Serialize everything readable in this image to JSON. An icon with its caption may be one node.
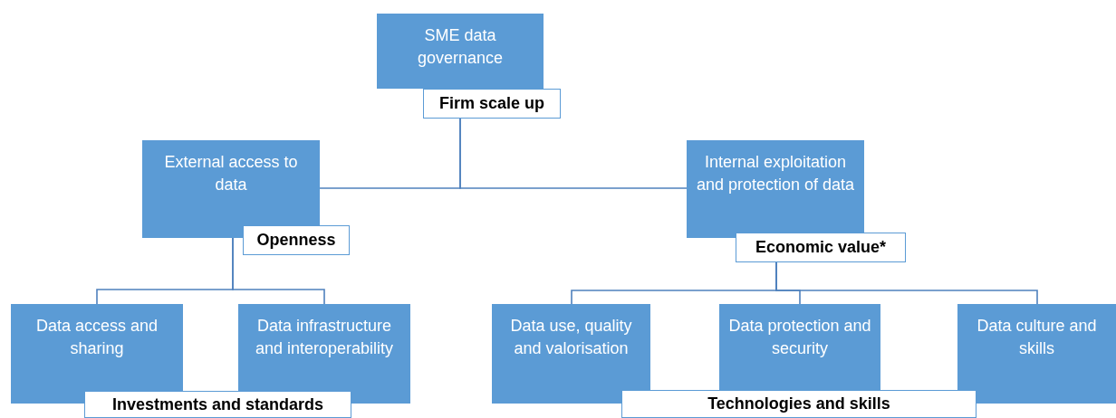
{
  "diagram": {
    "nodes": [
      {
        "text": [
          "SME data governance"
        ]
      },
      {
        "text": [
          "Firm scale up"
        ]
      },
      {
        "text": [
          "External access to data"
        ]
      },
      {
        "text": [
          "Openness"
        ]
      },
      {
        "text": [
          "Internal exploitation and protection of data"
        ]
      },
      {
        "text": [
          "Economic value*"
        ]
      },
      {
        "text": [
          "Data access and sharing"
        ]
      },
      {
        "text": [
          "Data infrastructure and interoperability"
        ]
      },
      {
        "text": [
          "Investments and standards"
        ]
      },
      {
        "text": [
          "Data use, quality and valorisation"
        ]
      },
      {
        "text": [
          "Data protection and security"
        ]
      },
      {
        "text": [
          "Data culture and skills"
        ]
      },
      {
        "text": [
          "Technologies and skills"
        ]
      }
    ],
    "edges": [
      {
        "from": 1,
        "to": 2,
        "arrow": "none"
      },
      {
        "from": 1,
        "to": 4,
        "arrow": "none"
      },
      {
        "from": 2,
        "to": 6,
        "arrow": "none"
      },
      {
        "from": 2,
        "to": 7,
        "arrow": "none"
      },
      {
        "from": 5,
        "to": 9,
        "arrow": "none"
      },
      {
        "from": 5,
        "to": 10,
        "arrow": "none"
      },
      {
        "from": 5,
        "to": 11,
        "arrow": "none"
      }
    ]
  }
}
